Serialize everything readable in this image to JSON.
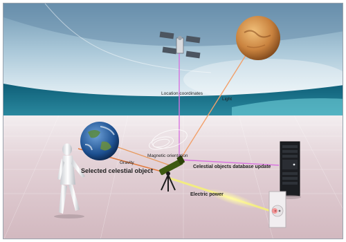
{
  "scene": {
    "labels": {
      "location_coordinates": "Location coordinates",
      "light": "Light",
      "magnetic_orientation": "Magnetic orientation",
      "gravity": "Gravity",
      "selected_celestial_object": "Selected celestial object",
      "celestial_objects_database_update": "Celestial objects database update",
      "electric_power": "Electric power"
    },
    "icons": {
      "satellite": "satellite-icon",
      "planet_mars": "planet-mars-icon",
      "planet_earth": "planet-earth-icon",
      "telescope": "telescope-icon",
      "person": "person-icon",
      "server": "server-icon",
      "power_outlet": "power-outlet-icon"
    },
    "colors": {
      "sky_top": "#8fb3c9",
      "sea": "#1f6b82",
      "floor": "#d8c3c9",
      "satellite_beam": "#d873e0",
      "light_beam": "#f2a06a",
      "gravity_beam": "#e0793c",
      "power_beam": "#f5f07a",
      "telescope_green": "#3e5a12"
    }
  }
}
